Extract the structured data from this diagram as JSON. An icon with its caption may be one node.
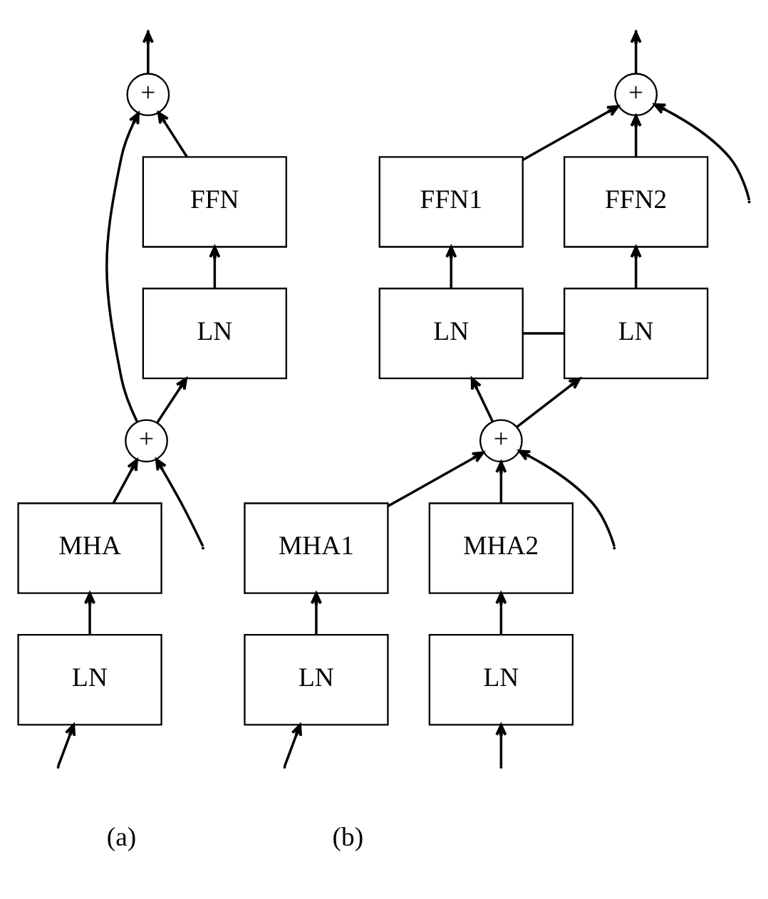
{
  "diagram": {
    "nodes": [
      {
        "text": [
          "+"
        ]
      },
      {
        "text": [
          "FFN"
        ]
      },
      {
        "text": [
          "LN"
        ]
      },
      {
        "text": [
          "+"
        ]
      },
      {
        "text": [
          "MHA"
        ]
      },
      {
        "text": [
          "LN"
        ]
      },
      {
        "text": [
          "+"
        ]
      },
      {
        "text": [
          "FFN1"
        ]
      },
      {
        "text": [
          "FFN2"
        ]
      },
      {
        "text": [
          "LN"
        ]
      },
      {
        "text": [
          "LN"
        ]
      },
      {
        "text": [
          "+"
        ]
      },
      {
        "text": [
          "MHA1"
        ]
      },
      {
        "text": [
          "MHA2"
        ]
      },
      {
        "text": [
          "LN"
        ]
      },
      {
        "text": [
          "LN"
        ]
      }
    ],
    "edges": [
      {
        "from": null,
        "to": 5,
        "arrow": "to"
      },
      {
        "from": null,
        "to": 3,
        "arrow": "to"
      },
      {
        "from": 5,
        "to": 4,
        "arrow": "to"
      },
      {
        "from": 4,
        "to": 3,
        "arrow": "to"
      },
      {
        "from": 3,
        "to": 2,
        "arrow": "to"
      },
      {
        "from": 3,
        "to": 0,
        "arrow": "to"
      },
      {
        "from": 2,
        "to": 1,
        "arrow": "to"
      },
      {
        "from": 1,
        "to": 0,
        "arrow": "to"
      },
      {
        "from": 0,
        "to": null,
        "arrow": "to"
      },
      {
        "from": null,
        "to": 14,
        "arrow": "to"
      },
      {
        "from": null,
        "to": 15,
        "arrow": "to"
      },
      {
        "from": null,
        "to": 11,
        "arrow": "to"
      },
      {
        "from": 14,
        "to": 12,
        "arrow": "to"
      },
      {
        "from": 15,
        "to": 13,
        "arrow": "to"
      },
      {
        "from": 12,
        "to": 11,
        "arrow": "to"
      },
      {
        "from": 13,
        "to": 11,
        "arrow": "to"
      },
      {
        "from": 11,
        "to": 9,
        "arrow": "to"
      },
      {
        "from": 11,
        "to": 10,
        "arrow": "to"
      },
      {
        "from": null,
        "to": 6,
        "arrow": "to"
      },
      {
        "from": 9,
        "to": 10,
        "arrow": "none"
      },
      {
        "from": 9,
        "to": 7,
        "arrow": "to"
      },
      {
        "from": 10,
        "to": 8,
        "arrow": "to"
      },
      {
        "from": 7,
        "to": 6,
        "arrow": "to"
      },
      {
        "from": 8,
        "to": 6,
        "arrow": "to"
      },
      {
        "from": 6,
        "to": null,
        "arrow": "to"
      }
    ],
    "labels": [
      "(a)",
      "(b)"
    ]
  }
}
